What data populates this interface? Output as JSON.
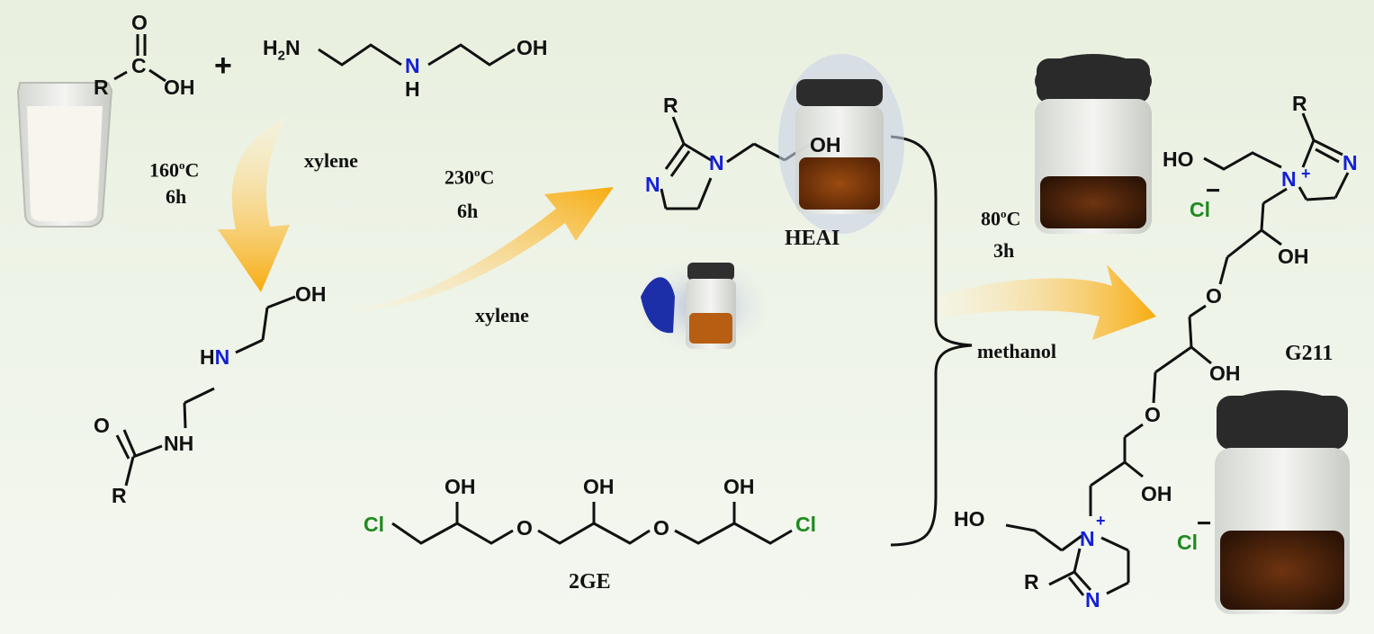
{
  "conditions": {
    "step1_temp": "160oC",
    "step1_time": "6h",
    "step1_solvent": "xylene",
    "step2_temp": "230oC",
    "step2_time": "6h",
    "step2_solvent": "xylene",
    "step3_temp": "80oC",
    "step3_time": "3h",
    "step3_solvent": "methanol"
  },
  "compounds": {
    "heai": "HEAI",
    "crosslinker": "2GE",
    "product": "G211"
  },
  "atoms": {
    "oxygen": "O",
    "hydroxyl": "OH",
    "hydroxyl_left": "HO",
    "r_group": "R",
    "nitrogen": "N",
    "amine_h": "H",
    "secondary_amine": "HN",
    "amide_nh": "NH",
    "primary_amine": "H2N",
    "chloride": "Cl",
    "charge_plus": "+",
    "charge_minus": "−",
    "plus_sign": "+"
  },
  "colors": {
    "nitrogen": "#1420d6",
    "chlorine": "#1e8a1e",
    "arrow": "#f7b21b"
  }
}
